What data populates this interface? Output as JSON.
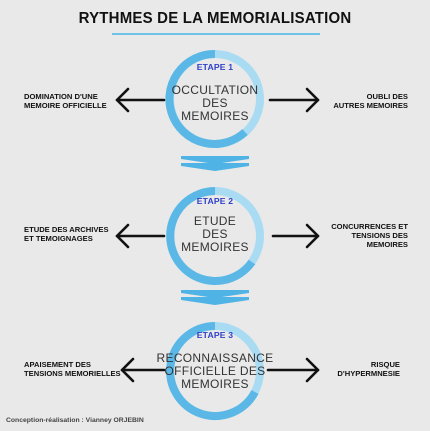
{
  "title": "RYTHMES DE LA MEMORIALISATION",
  "stages": [
    {
      "label": "ETAPE 1",
      "name": [
        "OCCULTATION",
        "DES",
        "MEMOIRES"
      ],
      "left": [
        "DOMINATION D'UNE",
        "MEMOIRE OFFICIELLE"
      ],
      "right": [
        "OUBLI DES",
        "AUTRES MEMOIRES"
      ]
    },
    {
      "label": "ETAPE 2",
      "name": [
        "ETUDE",
        "DES",
        "MEMOIRES"
      ],
      "left": [
        "ETUDE DES ARCHIVES",
        "ET TEMOIGNAGES"
      ],
      "right": [
        "CONCURRENCES ET",
        "TENSIONS DES",
        "MEMOIRES"
      ]
    },
    {
      "label": "ETAPE 3",
      "name": [
        "RECONNAISSANCE",
        "OFFICIELLE DES",
        "MEMOIRES"
      ],
      "left": [
        "APAISEMENT DES",
        "TENSIONS MEMORIELLES"
      ],
      "right": [
        "RISQUE",
        "D'HYPERMNESIE"
      ]
    }
  ],
  "credit": "Conception-réalisation : Vianney ORJEBIN",
  "colors": {
    "ring_dark": "#5bb8e6",
    "ring_light": "#a9dcf3",
    "label": "#2f3fc8",
    "chevron": "#4fb3e6"
  }
}
